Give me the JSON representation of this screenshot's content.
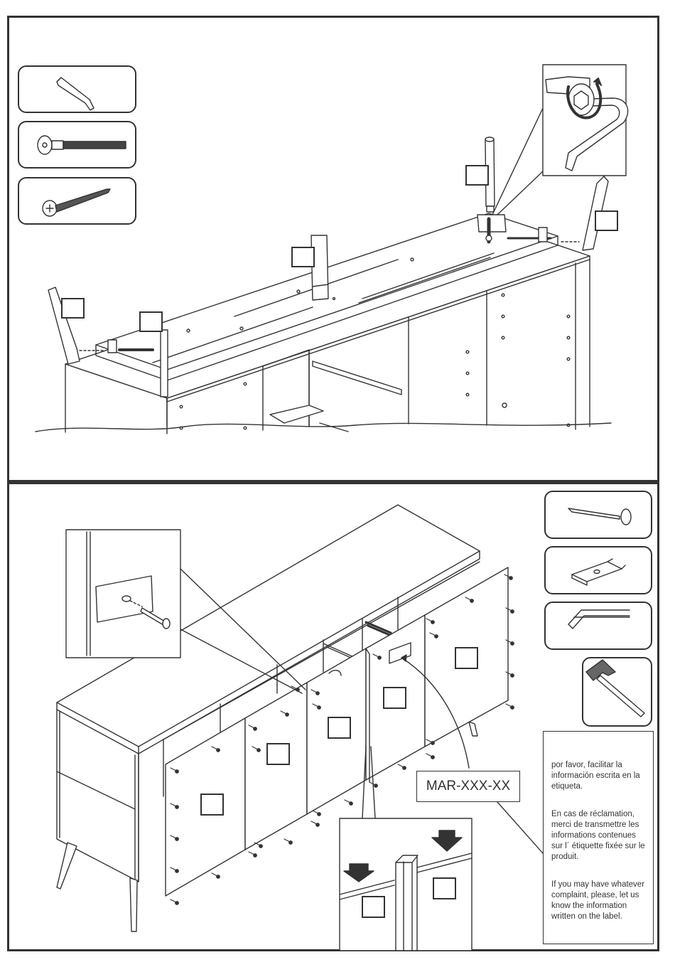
{
  "label": {
    "code": "MAR-XXX-XX"
  },
  "notice": {
    "es": "por favor, facilitar la información escrita en la etiqueta.",
    "fr": "En cas de réclamation, merci de transmettre les informations contenues sur l´ étiquette fixée sur le produit.",
    "en": "If you may have whatever complaint, please, let us know the information written on the label."
  },
  "parts_top": [
    "allen-key",
    "connector-bolt",
    "wood-screw"
  ],
  "parts_bottom": [
    "nail",
    "metal-bracket",
    "drawer-runner",
    "hammer"
  ],
  "colors": {
    "line": "#333333",
    "background": "#ffffff"
  }
}
